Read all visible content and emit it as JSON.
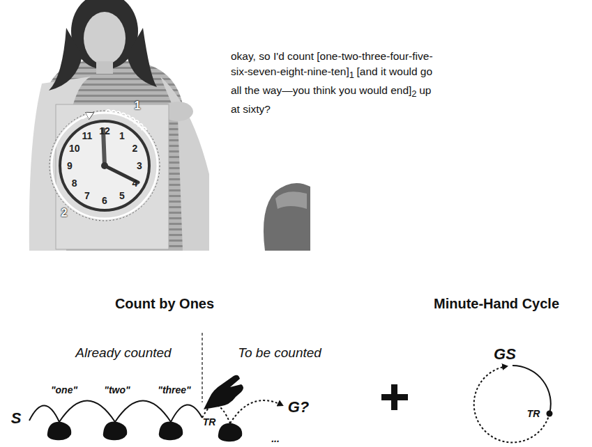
{
  "diagram": {
    "labels": [
      "okay, so I'd count [one-two-three-four-five-six-seven-eight-nine-ten]",
      "1",
      "[and it would go all the way—you think you would end]",
      "2",
      "up at sixty?",
      "12",
      "1",
      "2",
      "3",
      "4",
      "5",
      "6",
      "7",
      "8",
      "9",
      "10",
      "11",
      "1",
      "2",
      "Count by Ones",
      "Minute-Hand Cycle",
      "Already counted",
      "To be counted",
      "S",
      "\"one\"",
      "\"two\"",
      "\"three\"",
      "TR",
      "G?",
      "...",
      "GS",
      "TR"
    ]
  }
}
